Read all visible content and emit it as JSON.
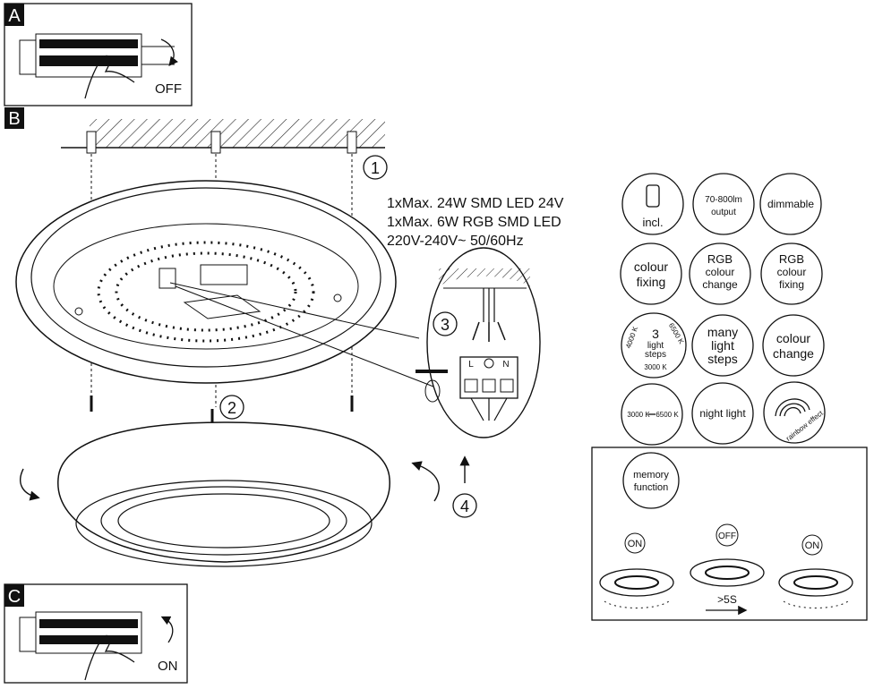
{
  "panels": {
    "a": {
      "letter": "A",
      "state": "OFF"
    },
    "b": {
      "letter": "B"
    },
    "c": {
      "letter": "C",
      "state": "ON"
    }
  },
  "steps": {
    "one": "1",
    "two": "2",
    "three": "3",
    "four": "4"
  },
  "specs": [
    "1xMax. 24W SMD LED  24V",
    "1xMax. 6W RGB SMD LED",
    "220V-240V~ 50/60Hz"
  ],
  "terminal_labels": [
    "L",
    "N"
  ],
  "badges": {
    "remote": {
      "line1": "incl."
    },
    "output": {
      "line1": "70-800lm",
      "line2": "output"
    },
    "dimmable": {
      "line1": "dimmable"
    },
    "colour_fixing": {
      "line1": "colour",
      "line2": "fixing"
    },
    "rgb_change": {
      "line1": "RGB",
      "line2": "colour",
      "line3": "change"
    },
    "rgb_fixing": {
      "line1": "RGB",
      "line2": "colour",
      "line3": "fixing"
    },
    "light_steps": {
      "left": "4000 K",
      "right": "6500 K",
      "number": "3",
      "line1": "light",
      "line2": "steps",
      "bottom": "3000 K"
    },
    "many_steps": {
      "line1": "many",
      "line2": "light",
      "line3": "steps"
    },
    "colour_change": {
      "line1": "colour",
      "line2": "change"
    },
    "cct_range": {
      "line1": "3000 K",
      "line2": "6500 K"
    },
    "night_light": {
      "line1": "night light"
    },
    "rainbow": {
      "line1": "rainbow effect"
    }
  },
  "memory": {
    "title_line1": "memory",
    "title_line2": "function",
    "states": [
      "ON",
      "OFF",
      "ON"
    ],
    "delay": ">5S"
  }
}
